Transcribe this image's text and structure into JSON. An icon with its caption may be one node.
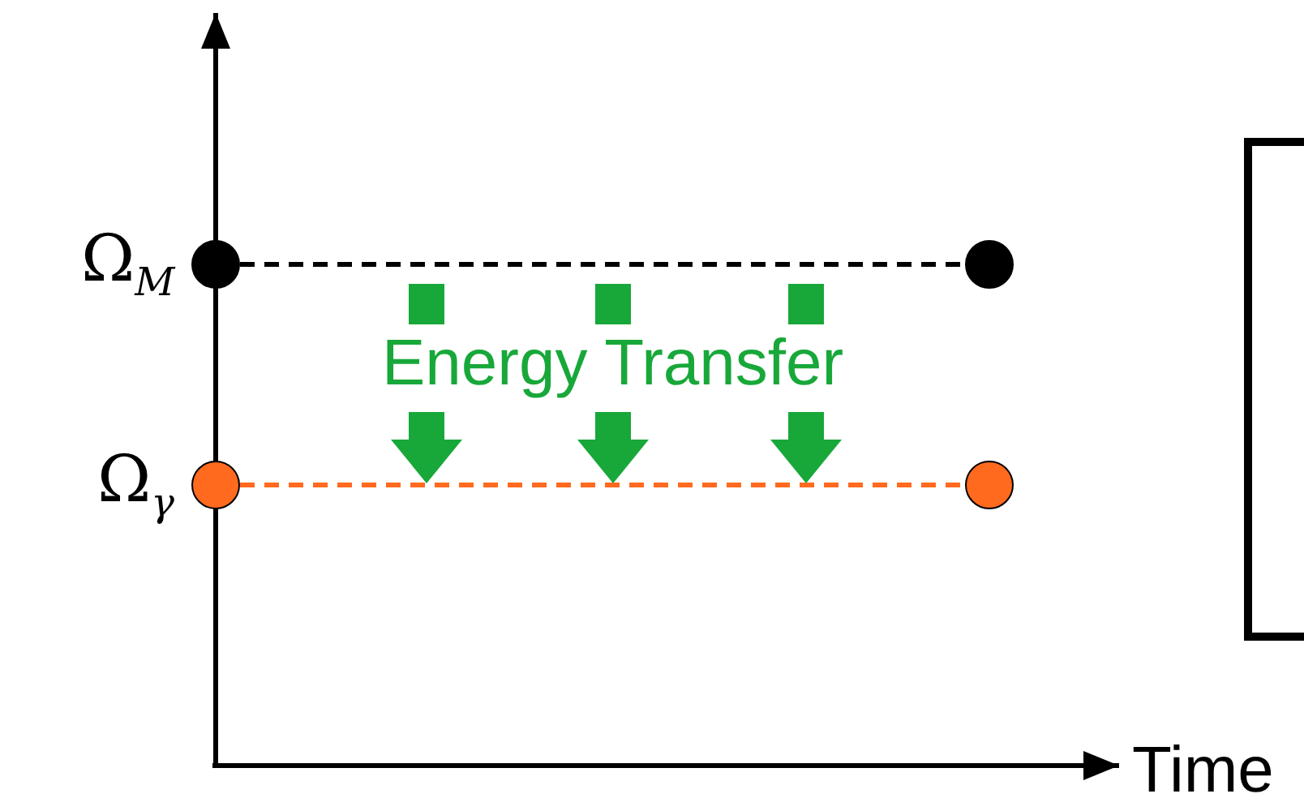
{
  "diagram": {
    "nodes": [
      {
        "text": [],
        "shape": "circle",
        "beside": [
          "Ω$_{M}$"
        ]
      },
      {
        "text": [],
        "shape": "circle"
      },
      {
        "text": [],
        "shape": "circle",
        "beside": [
          "Ω$_{γ}$"
        ]
      },
      {
        "text": [],
        "shape": "circle"
      },
      {
        "text": [],
        "shape": "box"
      }
    ],
    "edges": [
      {
        "from": 0,
        "to": 1,
        "arrow": "none",
        "style": "dashed",
        "color": "#000000"
      },
      {
        "from": 2,
        "to": 3,
        "arrow": "none",
        "style": "dashed",
        "color": "#ff6a1f"
      }
    ],
    "labels": [
      "Energy Transfer",
      "Time"
    ]
  }
}
